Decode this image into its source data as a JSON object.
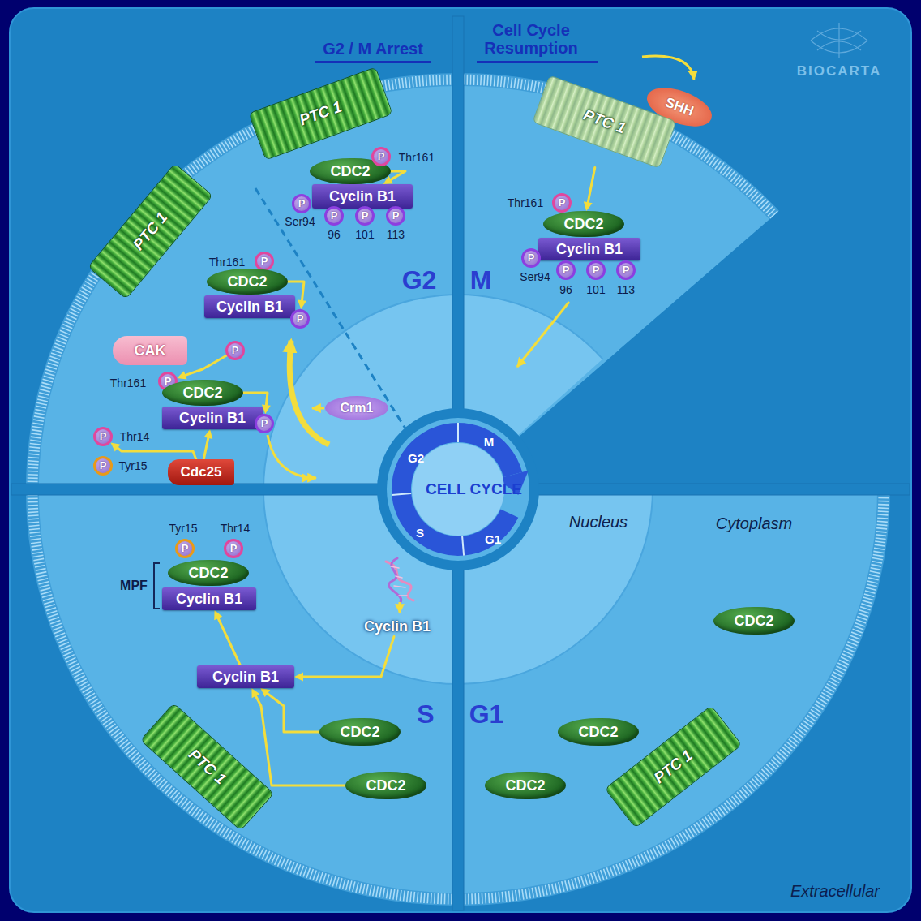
{
  "diagram": {
    "nodes": [
      {
        "text": [
          "PTC 1"
        ]
      },
      {
        "text": [
          "CDC2"
        ]
      },
      {
        "text": [
          "P"
        ]
      },
      {
        "text": [
          "Cyclin B1"
        ]
      },
      {
        "text": [
          "P"
        ]
      },
      {
        "text": [
          "P"
        ]
      },
      {
        "text": [
          "P"
        ]
      },
      {
        "text": [
          "P"
        ]
      },
      {
        "text": [
          "SHH"
        ]
      },
      {
        "text": [
          "PTC 1"
        ]
      },
      {
        "text": [
          "P"
        ]
      },
      {
        "text": [
          "CDC2"
        ]
      },
      {
        "text": [
          "Cyclin B1"
        ]
      },
      {
        "text": [
          "P"
        ]
      },
      {
        "text": [
          "P"
        ]
      },
      {
        "text": [
          "P"
        ]
      },
      {
        "text": [
          "P"
        ]
      },
      {
        "text": [
          "PTC 1"
        ]
      },
      {
        "text": [
          "P"
        ]
      },
      {
        "text": [
          "CDC2"
        ]
      },
      {
        "text": [
          "Cyclin B1"
        ]
      },
      {
        "text": [
          "P"
        ]
      },
      {
        "text": [
          "CAK"
        ]
      },
      {
        "text": [
          "P"
        ]
      },
      {
        "text": [
          "P"
        ]
      },
      {
        "text": [
          "CDC2"
        ]
      },
      {
        "text": [
          "Crm1"
        ]
      },
      {
        "text": [
          "Cyclin B1"
        ]
      },
      {
        "text": [
          "P"
        ]
      },
      {
        "text": [
          "P"
        ]
      },
      {
        "text": [
          "P"
        ]
      },
      {
        "text": [
          "Cdc25"
        ]
      },
      {
        "text": [
          "CELL CYCLE",
          "G2",
          "M",
          "S",
          "G1"
        ]
      },
      {
        "text": [
          "P"
        ]
      },
      {
        "text": [
          "P"
        ]
      },
      {
        "text": [
          "CDC2"
        ]
      },
      {
        "text": [
          "Cyclin B1"
        ]
      },
      {
        "text": [
          "Cyclin B1"
        ]
      },
      {
        "text": [
          "Cyclin B1"
        ]
      },
      {
        "text": [
          "CDC2"
        ]
      },
      {
        "text": [
          "CDC2"
        ]
      },
      {
        "text": [
          "CDC2"
        ]
      },
      {
        "text": [
          "PTC 1"
        ]
      },
      {
        "text": [
          "CDC2"
        ]
      },
      {
        "text": [
          "CDC2"
        ]
      },
      {
        "text": [
          "PTC 1"
        ]
      }
    ],
    "edges": [
      {
        "from": 1,
        "to": 3,
        "arrow": "to"
      },
      {
        "from": 19,
        "to": 21,
        "arrow": "to"
      },
      {
        "from": 23,
        "to": 24,
        "arrow": "to"
      },
      {
        "from": 25,
        "to": 28,
        "arrow": "to"
      },
      {
        "from": 31,
        "to": 27,
        "arrow": "to"
      },
      {
        "from": 31,
        "to": 29,
        "arrow": "to"
      },
      {
        "from": 9,
        "to": 11,
        "arrow": "to"
      },
      {
        "from": 37,
        "to": 38,
        "arrow": "to"
      },
      {
        "from": 40,
        "to": 38,
        "arrow": "to"
      },
      {
        "from": 43,
        "to": 38,
        "arrow": "to"
      },
      {
        "from": 38,
        "to": 36,
        "arrow": "to"
      }
    ],
    "labels": [
      "G2 / M Arrest",
      "Cell Cycle Resumption",
      "BIOCARTA",
      "Thr161",
      "Ser94",
      "96",
      "101",
      "113",
      "Thr161",
      "Ser94",
      "96",
      "101",
      "113",
      "G2",
      "M",
      "Thr161",
      "Thr161",
      "Thr14",
      "Tyr15",
      "Tyr15",
      "Thr14",
      "MPF",
      "Nucleus",
      "Cytoplasm",
      "S",
      "G1",
      "Extracellular"
    ]
  }
}
